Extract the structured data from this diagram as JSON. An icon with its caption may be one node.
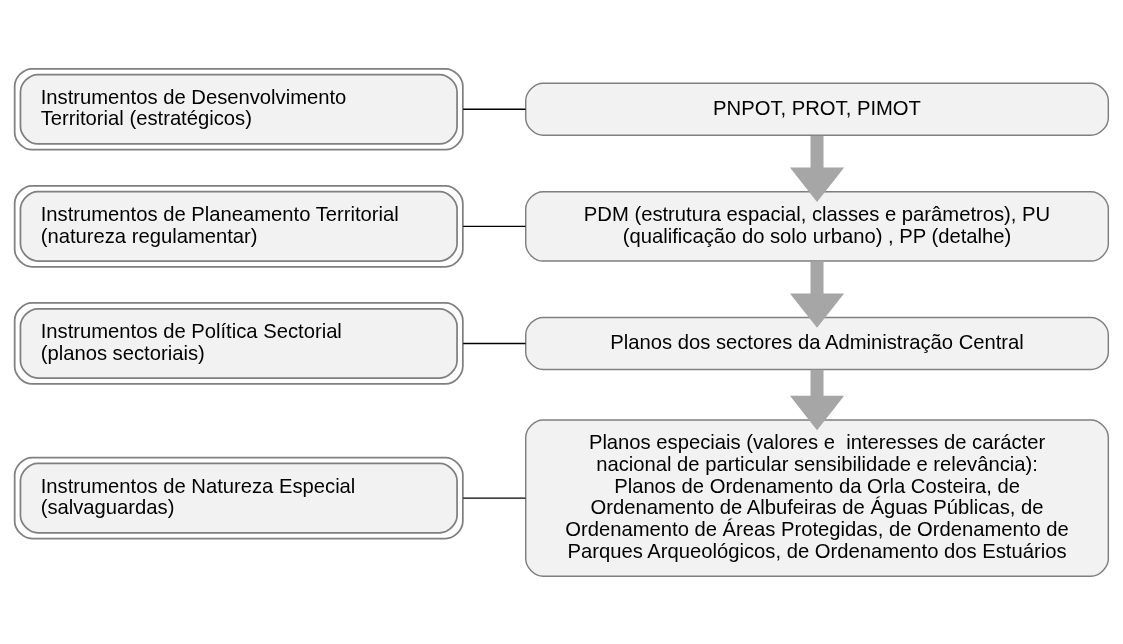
{
  "diagram": {
    "nodes": [
      {
        "text": [
          "Instrumentos de Desenvolvimento Territorial (estratégicos)"
        ]
      },
      {
        "text": [
          "PNPOT, PROT, PIMOT"
        ]
      },
      {
        "text": [
          "Instrumentos de Planeamento Territorial (natureza regulamentar)"
        ]
      },
      {
        "text": [
          "PDM (estrutura espacial, classes e parâmetros), PU (qualificação do solo urbano) , PP (detalhe)"
        ]
      },
      {
        "text": [
          "Instrumentos de Política Sectorial (planos sectoriais)"
        ]
      },
      {
        "text": [
          "Planos dos sectores da Administração Central"
        ]
      },
      {
        "text": [
          "Instrumentos de Natureza Especial (salvaguardas)"
        ]
      },
      {
        "text": [
          "Planos especiais (valores e  interesses de carácter nacional de particular sensibilidade e relevância): Planos de Ordenamento da Orla Costeira, de Ordenamento de Albufeiras de Águas Públicas, de Ordenamento de Áreas Protegidas, de Ordenamento de Parques Arqueológicos, de Ordenamento dos Estuários"
        ]
      }
    ],
    "edges": [
      {
        "from": 0,
        "to": 1,
        "arrow": "none"
      },
      {
        "from": 1,
        "to": 3,
        "arrow": "to",
        "style": "thick",
        "color": "#a6a6a6"
      },
      {
        "from": 2,
        "to": 3,
        "arrow": "none"
      },
      {
        "from": 3,
        "to": 5,
        "arrow": "to",
        "style": "thick",
        "color": "#a6a6a6"
      },
      {
        "from": 4,
        "to": 5,
        "arrow": "none"
      },
      {
        "from": 5,
        "to": 7,
        "arrow": "to",
        "style": "thick",
        "color": "#a6a6a6"
      },
      {
        "from": 6,
        "to": 7,
        "arrow": "none"
      }
    ]
  }
}
